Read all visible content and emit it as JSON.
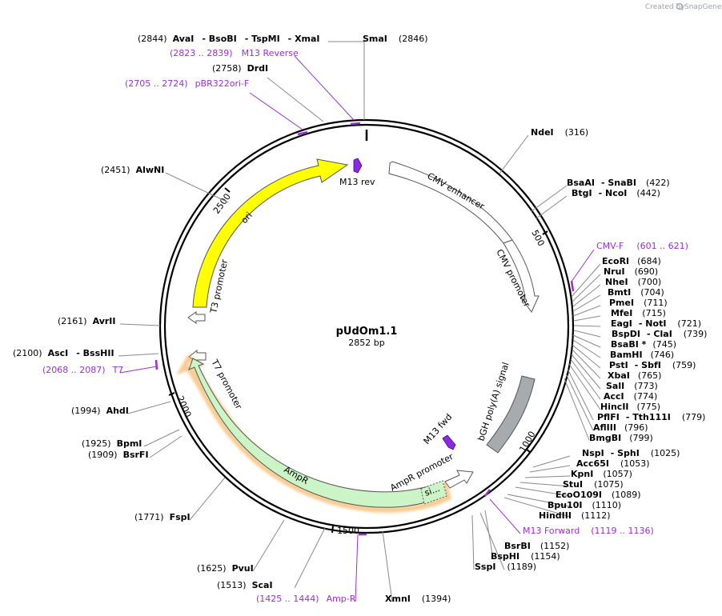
{
  "plasmid": {
    "name": "pUdOm1.1",
    "length_label": "2852 bp"
  },
  "credit": {
    "prefix": "Created by",
    "brand": "SnapGene"
  },
  "ticks": [
    "500",
    "1000",
    "1500",
    "2000",
    "2500"
  ],
  "colors": {
    "primer": "#9a2fd8",
    "ori": "#ffff00",
    "ampr": "#ccf5c7",
    "ampr_glow": "#f2a33a",
    "bgh": "#a6abb0",
    "m13": "#8a2be2",
    "plain": "#ffffff"
  },
  "features": [
    {
      "id": "cmv-enhancer",
      "label": "CMV enhancer"
    },
    {
      "id": "cmv-promoter",
      "label": "CMV promoter"
    },
    {
      "id": "ori",
      "label": "ori"
    },
    {
      "id": "t3-promoter",
      "label": "T3 promoter"
    },
    {
      "id": "t7-promoter",
      "label": "T7 promoter"
    },
    {
      "id": "ampr",
      "label": "AmpR"
    },
    {
      "id": "ampr-promoter",
      "label": "AmpR promoter"
    },
    {
      "id": "signal-peptide",
      "label": "si..."
    },
    {
      "id": "bgh",
      "label": "bGH poly(A) signal"
    },
    {
      "id": "m13-rev",
      "label": "M13 rev"
    },
    {
      "id": "m13-fwd",
      "label": "M13 fwd"
    }
  ],
  "sites": [
    {
      "id": "s01",
      "parts": [
        "(2844)",
        "AvaI",
        "- BsoBI",
        "- TspMI",
        "- XmaI"
      ]
    },
    {
      "id": "s02",
      "parts": [
        "SmaI",
        "(2846)"
      ]
    },
    {
      "id": "s03",
      "parts": [
        "(2823 .. 2839)",
        "M13 Reverse"
      ]
    },
    {
      "id": "s04",
      "parts": [
        "(2758)",
        "DrdI"
      ]
    },
    {
      "id": "s05",
      "parts": [
        "(2705 .. 2724)",
        "pBR322ori-F"
      ]
    },
    {
      "id": "s06",
      "parts": [
        "NdeI",
        "(316)"
      ]
    },
    {
      "id": "s07",
      "parts": [
        "(2451)",
        "AlwNI"
      ]
    },
    {
      "id": "s08",
      "parts": [
        "BsaAI",
        "- SnaBI",
        "(422)"
      ]
    },
    {
      "id": "s09",
      "parts": [
        "BtgI",
        "- NcoI",
        "(442)"
      ]
    },
    {
      "id": "s10",
      "parts": [
        "CMV-F",
        "(601 .. 621)"
      ]
    },
    {
      "id": "s11",
      "parts": [
        "EcoRI",
        "(684)"
      ]
    },
    {
      "id": "s12",
      "parts": [
        "NruI",
        "(690)"
      ]
    },
    {
      "id": "s13",
      "parts": [
        "NheI",
        "(700)"
      ]
    },
    {
      "id": "s14",
      "parts": [
        "BmtI",
        "(704)"
      ]
    },
    {
      "id": "s15",
      "parts": [
        "PmeI",
        "(711)"
      ]
    },
    {
      "id": "s16",
      "parts": [
        "MfeI",
        "(715)"
      ]
    },
    {
      "id": "s17",
      "parts": [
        "EagI",
        "- NotI",
        "(721)"
      ]
    },
    {
      "id": "s18",
      "parts": [
        "BspDI",
        "- ClaI",
        "(739)"
      ]
    },
    {
      "id": "s19",
      "parts": [
        "BsaBI *",
        "(745)"
      ]
    },
    {
      "id": "s20",
      "parts": [
        "BamHI",
        "(746)"
      ]
    },
    {
      "id": "s21",
      "parts": [
        "PstI",
        "- SbfI",
        "(759)"
      ]
    },
    {
      "id": "s22",
      "parts": [
        "XbaI",
        "(765)"
      ]
    },
    {
      "id": "s23",
      "parts": [
        "SalI",
        "(773)"
      ]
    },
    {
      "id": "s24",
      "parts": [
        "AccI",
        "(774)"
      ]
    },
    {
      "id": "s25",
      "parts": [
        "HincII",
        "(775)"
      ]
    },
    {
      "id": "s26",
      "parts": [
        "PflFI",
        "- Tth111I",
        "(779)"
      ]
    },
    {
      "id": "s27",
      "parts": [
        "AflIII",
        "(796)"
      ]
    },
    {
      "id": "s28",
      "parts": [
        "BmgBI",
        "(799)"
      ]
    },
    {
      "id": "s29",
      "parts": [
        "(2161)",
        "AvrII"
      ]
    },
    {
      "id": "s30",
      "parts": [
        "(2100)",
        "AscI",
        "- BssHII"
      ]
    },
    {
      "id": "s31",
      "parts": [
        "(2068 .. 2087)",
        "T7"
      ]
    },
    {
      "id": "s32",
      "parts": [
        "(1994)",
        "AhdI"
      ]
    },
    {
      "id": "s33",
      "parts": [
        "(1925)",
        "BpmI"
      ]
    },
    {
      "id": "s34",
      "parts": [
        "(1909)",
        "BsrFI"
      ]
    },
    {
      "id": "s35",
      "parts": [
        "(1771)",
        "FspI"
      ]
    },
    {
      "id": "s36",
      "parts": [
        "(1625)",
        "PvuI"
      ]
    },
    {
      "id": "s37",
      "parts": [
        "(1513)",
        "ScaI"
      ]
    },
    {
      "id": "s38",
      "parts": [
        "(1425 .. 1444)",
        "Amp-R"
      ]
    },
    {
      "id": "s39",
      "parts": [
        "XmnI",
        "(1394)"
      ]
    },
    {
      "id": "s40",
      "parts": [
        "NspI",
        "- SphI",
        "(1025)"
      ]
    },
    {
      "id": "s41",
      "parts": [
        "Acc65I",
        "(1053)"
      ]
    },
    {
      "id": "s42",
      "parts": [
        "KpnI",
        "(1057)"
      ]
    },
    {
      "id": "s43",
      "parts": [
        "StuI",
        "(1075)"
      ]
    },
    {
      "id": "s44",
      "parts": [
        "EcoO109I",
        "(1089)"
      ]
    },
    {
      "id": "s45",
      "parts": [
        "Bpu10I",
        "(1110)"
      ]
    },
    {
      "id": "s46",
      "parts": [
        "HindIII",
        "(1112)"
      ]
    },
    {
      "id": "s47",
      "parts": [
        "M13 Forward",
        "(1119 .. 1136)"
      ]
    },
    {
      "id": "s48",
      "parts": [
        "BsrBI",
        "(1152)"
      ]
    },
    {
      "id": "s49",
      "parts": [
        "BspHI",
        "(1154)"
      ]
    },
    {
      "id": "s50",
      "parts": [
        "SspI",
        "(1189)"
      ]
    }
  ]
}
